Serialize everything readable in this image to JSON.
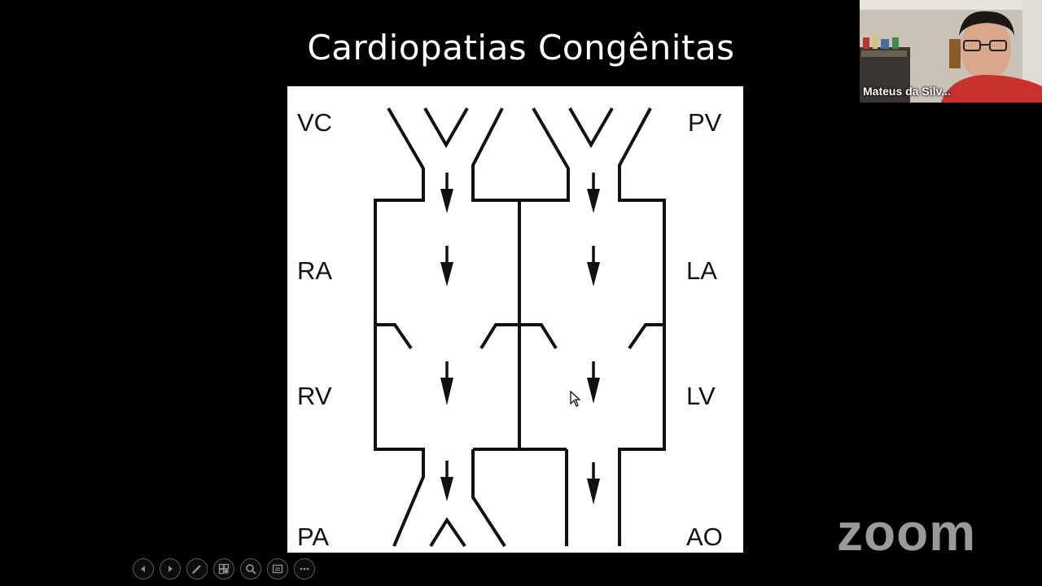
{
  "slide": {
    "title": "Cardiopatias Congênitas"
  },
  "diagram": {
    "labels": {
      "vc": "VC",
      "pv": "PV",
      "ra": "RA",
      "la": "LA",
      "rv": "RV",
      "lv": "LV",
      "pa": "PA",
      "ao": "AO"
    }
  },
  "video": {
    "participant_name": "Mateus da Silv..."
  },
  "branding": {
    "logo_text": "zoom",
    "logo_color": "#9a9a9a"
  },
  "presentation_controls": {
    "icons": [
      "previous-slide-icon",
      "next-slide-icon",
      "pen-icon",
      "slides-grid-icon",
      "zoom-magnifier-icon",
      "subtitles-icon",
      "more-options-icon"
    ]
  }
}
